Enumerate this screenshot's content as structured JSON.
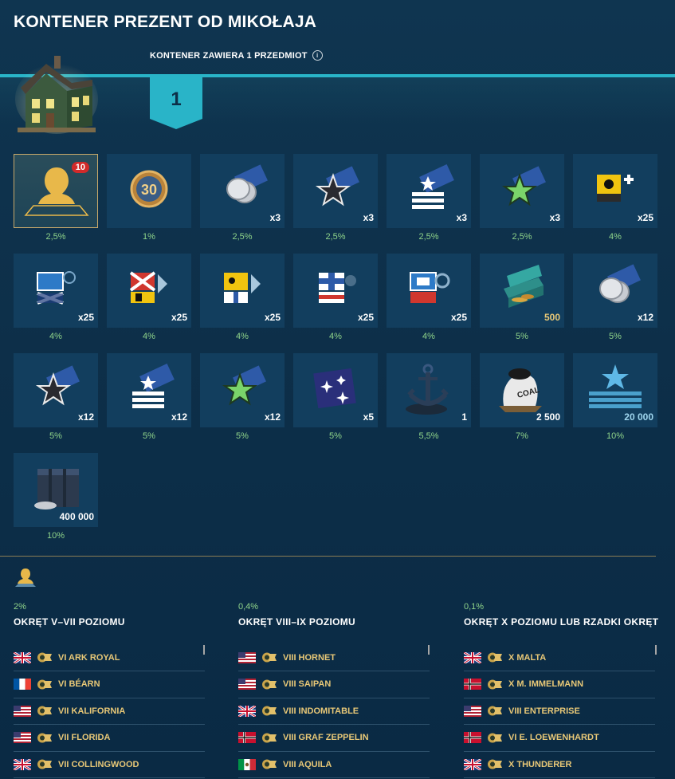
{
  "title": "KONTENER PREZENT OD MIKOŁAJA",
  "contains_label": "KONTENER ZAWIERA 1 PRZEDMIOT",
  "item_count": "1",
  "items": [
    {
      "qty": "",
      "badge": "10",
      "pct": "2,5%",
      "icon": "commander-bust-icon"
    },
    {
      "qty": "",
      "pct": "1%",
      "icon": "medal-30-icon"
    },
    {
      "qty": "x3",
      "pct": "2,5%",
      "icon": "silver-coins-icon"
    },
    {
      "qty": "x3",
      "pct": "2,5%",
      "icon": "dark-star-icon"
    },
    {
      "qty": "x3",
      "pct": "2,5%",
      "icon": "rank-stripes-icon"
    },
    {
      "qty": "x3",
      "pct": "2,5%",
      "icon": "green-star-icon"
    },
    {
      "qty": "x25",
      "pct": "4%",
      "icon": "yellow-signal-flag-icon"
    },
    {
      "qty": "x25",
      "pct": "4%",
      "icon": "blue-signal-flag-icon"
    },
    {
      "qty": "x25",
      "pct": "4%",
      "icon": "red-signal-flag-icon"
    },
    {
      "qty": "x25",
      "pct": "4%",
      "icon": "yellow-blue-signal-flag-icon"
    },
    {
      "qty": "x25",
      "pct": "4%",
      "icon": "white-blue-signal-flag-icon"
    },
    {
      "qty": "x25",
      "pct": "4%",
      "icon": "blue-red-signal-flag-icon"
    },
    {
      "qty": "500",
      "pct": "5%",
      "icon": "doubloon-chest-icon",
      "qty_color": "gold"
    },
    {
      "qty": "x12",
      "pct": "5%",
      "icon": "silver-coins-icon"
    },
    {
      "qty": "x12",
      "pct": "5%",
      "icon": "dark-star-icon"
    },
    {
      "qty": "x12",
      "pct": "5%",
      "icon": "rank-stripes-icon"
    },
    {
      "qty": "x12",
      "pct": "5%",
      "icon": "green-star-icon"
    },
    {
      "qty": "x5",
      "pct": "5%",
      "icon": "sparkle-camouflage-icon"
    },
    {
      "qty": "1",
      "pct": "5,5%",
      "icon": "anchor-icon"
    },
    {
      "qty": "2 500",
      "pct": "7%",
      "icon": "coal-sack-icon"
    },
    {
      "qty": "20 000",
      "pct": "10%",
      "icon": "free-xp-star-icon",
      "qty_color": "blue"
    },
    {
      "qty": "400 000",
      "pct": "10%",
      "icon": "credits-crate-icon"
    }
  ],
  "ship_sections": [
    {
      "pct": "2%",
      "heading": "OKRĘT V–VII POZIOMU",
      "ships": [
        {
          "flag": "uk",
          "name": "VI ARK ROYAL"
        },
        {
          "flag": "fr",
          "name": "VI BÉARN"
        },
        {
          "flag": "us",
          "name": "VII KALIFORNIA"
        },
        {
          "flag": "us",
          "name": "VII FLORIDA"
        },
        {
          "flag": "uk",
          "name": "VII COLLINGWOOD"
        }
      ]
    },
    {
      "pct": "0,4%",
      "heading": "OKRĘT VIII–IX POZIOMU",
      "ships": [
        {
          "flag": "us",
          "name": "VIII HORNET"
        },
        {
          "flag": "us",
          "name": "VIII SAIPAN"
        },
        {
          "flag": "uk",
          "name": "VIII INDOMITABLE"
        },
        {
          "flag": "de",
          "name": "VIII GRAF ZEPPELIN"
        },
        {
          "flag": "it",
          "name": "VIII AQUILA"
        }
      ]
    },
    {
      "pct": "0,1%",
      "heading": "OKRĘT X POZIOMU LUB RZADKI OKRĘT",
      "ships": [
        {
          "flag": "uk",
          "name": "X MALTA"
        },
        {
          "flag": "de",
          "name": "X M. IMMELMANN"
        },
        {
          "flag": "us",
          "name": "VIII ENTERPRISE"
        },
        {
          "flag": "de",
          "name": "VI E. LOEWENHARDT"
        },
        {
          "flag": "uk",
          "name": "X THUNDERER"
        }
      ]
    }
  ]
}
